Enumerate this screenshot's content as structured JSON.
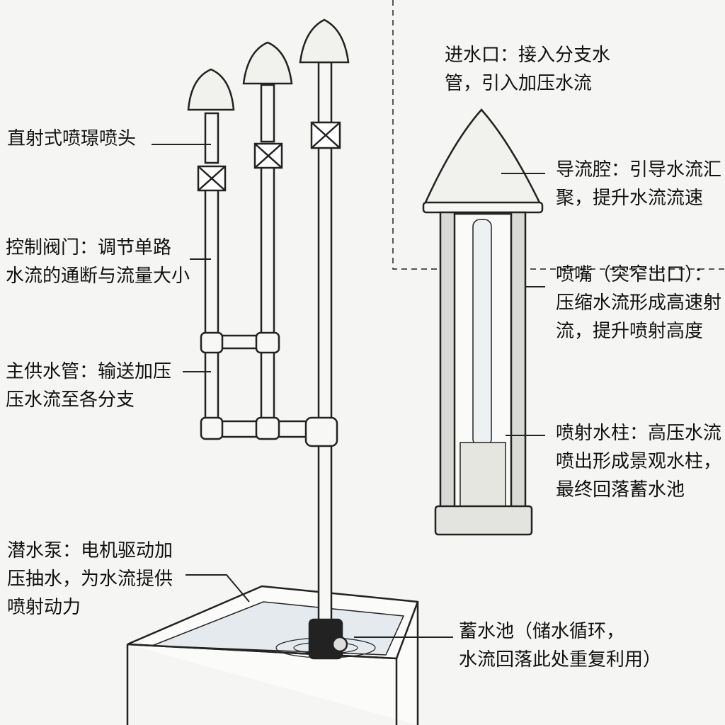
{
  "left_labels": {
    "nozzle_head": [
      "直射式喷璟喷头"
    ],
    "control_valve": [
      "控制阀门：调节单路",
      "水流的通断与流量大小"
    ],
    "main_pipe": [
      "主供水管：输送加压",
      "压水流至各分支"
    ],
    "pump": [
      "潜水泵：电机驱动加",
      "压抽水，为水流提供",
      "喷射动力"
    ]
  },
  "right_labels": {
    "inlet": [
      "进水口：接入分支水",
      "管，引入加压水流"
    ],
    "guide_chamber": [
      "导流腔：引导水流汇",
      "聚，提升水流流速"
    ],
    "nozzle": [
      "喷嘴（突窄出口）：",
      "压缩水流形成高速射",
      "流，提升喷射高度"
    ],
    "water_column": [
      "喷射水柱：高压水流",
      "喷出形成景观水柱，",
      "最终回落蓄水池"
    ]
  },
  "reservoir_label": [
    "蓄水池（储水循环，",
    "水流回落此处重复利用）"
  ]
}
